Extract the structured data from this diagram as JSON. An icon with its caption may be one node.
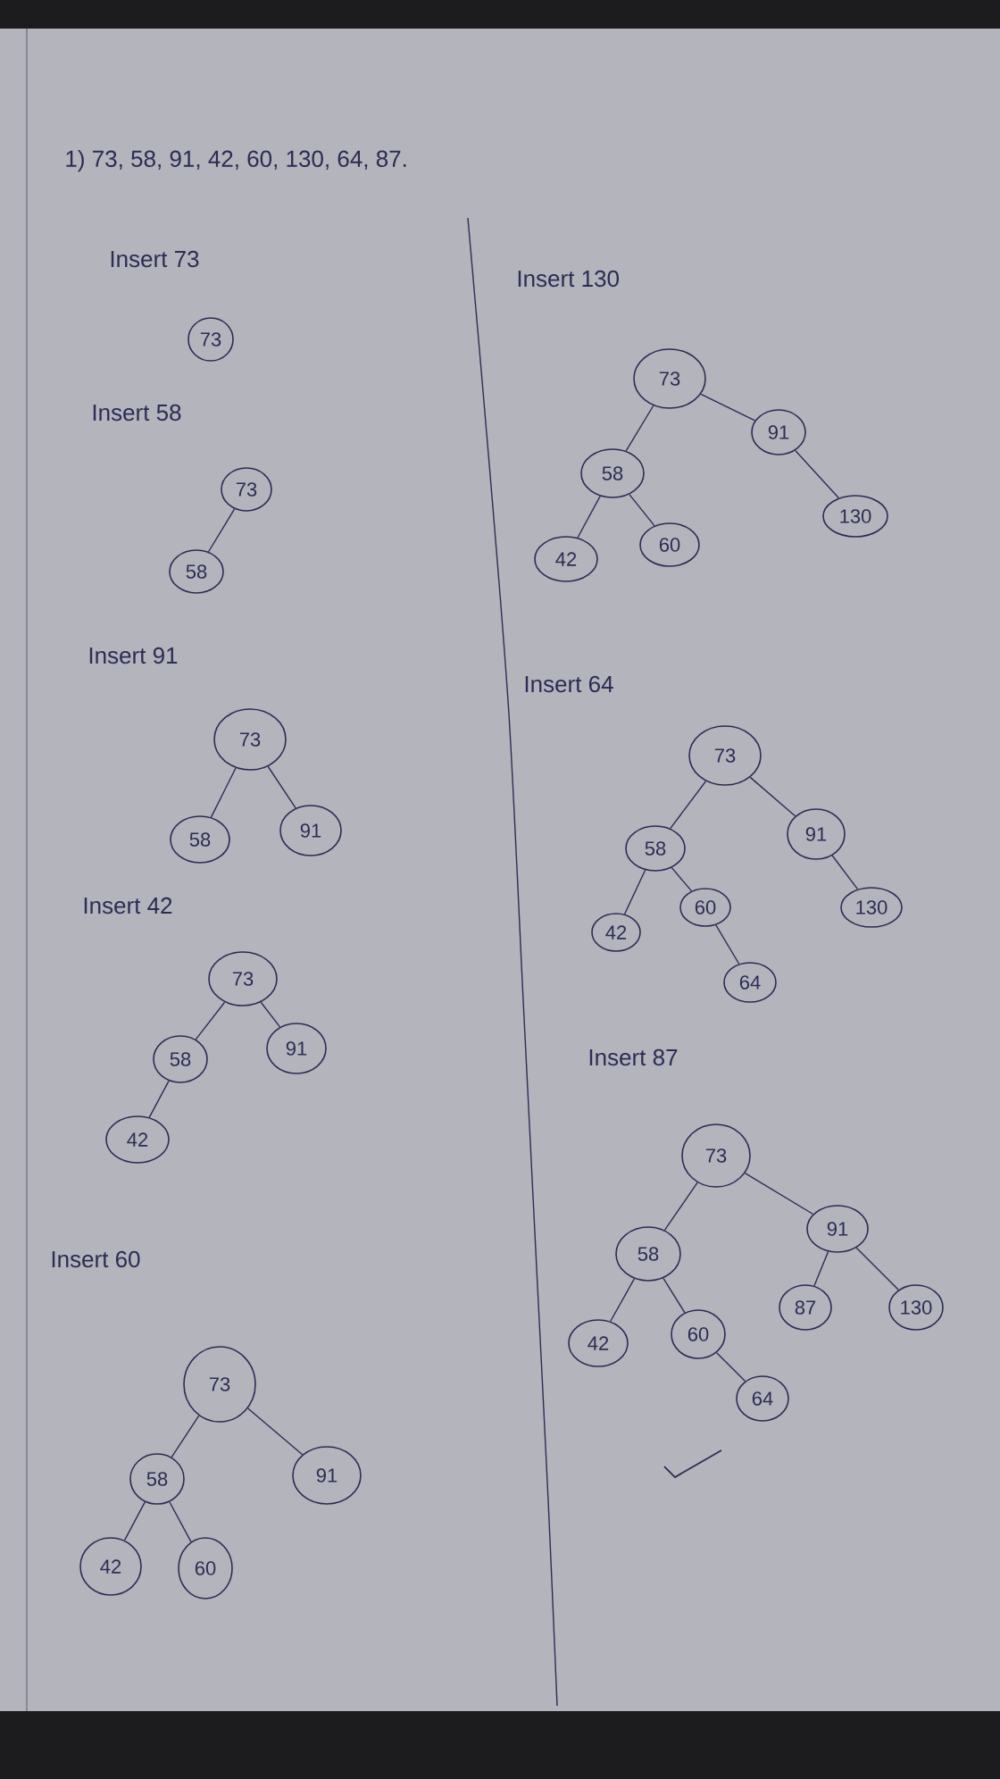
{
  "diagram": {
    "title": "1) 73, 58, 91, 42, 60, 130, 64, 87.",
    "nodes": [
      {
        "text": [
          "73"
        ]
      },
      {
        "text": [
          "73"
        ]
      },
      {
        "text": [
          "58"
        ]
      },
      {
        "text": [
          "73"
        ]
      },
      {
        "text": [
          "58"
        ]
      },
      {
        "text": [
          "91"
        ]
      },
      {
        "text": [
          "73"
        ]
      },
      {
        "text": [
          "58"
        ]
      },
      {
        "text": [
          "91"
        ]
      },
      {
        "text": [
          "42"
        ]
      },
      {
        "text": [
          "73"
        ]
      },
      {
        "text": [
          "58"
        ]
      },
      {
        "text": [
          "91"
        ]
      },
      {
        "text": [
          "42"
        ]
      },
      {
        "text": [
          "60"
        ]
      },
      {
        "text": [
          "73"
        ]
      },
      {
        "text": [
          "58"
        ]
      },
      {
        "text": [
          "91"
        ]
      },
      {
        "text": [
          "42"
        ]
      },
      {
        "text": [
          "60"
        ]
      },
      {
        "text": [
          "130"
        ]
      },
      {
        "text": [
          "73"
        ]
      },
      {
        "text": [
          "58"
        ]
      },
      {
        "text": [
          "91"
        ]
      },
      {
        "text": [
          "42"
        ]
      },
      {
        "text": [
          "60"
        ]
      },
      {
        "text": [
          "130"
        ]
      },
      {
        "text": [
          "64"
        ]
      },
      {
        "text": [
          "73"
        ]
      },
      {
        "text": [
          "58"
        ]
      },
      {
        "text": [
          "91"
        ]
      },
      {
        "text": [
          "42"
        ]
      },
      {
        "text": [
          "60"
        ]
      },
      {
        "text": [
          "87"
        ]
      },
      {
        "text": [
          "130"
        ]
      },
      {
        "text": [
          "64"
        ]
      }
    ],
    "edges": [
      {
        "from": 1,
        "to": 2,
        "arrow": "none"
      },
      {
        "from": 3,
        "to": 4,
        "arrow": "none"
      },
      {
        "from": 3,
        "to": 5,
        "arrow": "none"
      },
      {
        "from": 6,
        "to": 7,
        "arrow": "none"
      },
      {
        "from": 6,
        "to": 8,
        "arrow": "none"
      },
      {
        "from": 7,
        "to": 9,
        "arrow": "none"
      },
      {
        "from": 10,
        "to": 11,
        "arrow": "none"
      },
      {
        "from": 10,
        "to": 12,
        "arrow": "none"
      },
      {
        "from": 11,
        "to": 13,
        "arrow": "none"
      },
      {
        "from": 11,
        "to": 14,
        "arrow": "none"
      },
      {
        "from": 15,
        "to": 16,
        "arrow": "none"
      },
      {
        "from": 15,
        "to": 17,
        "arrow": "none"
      },
      {
        "from": 16,
        "to": 18,
        "arrow": "none"
      },
      {
        "from": 16,
        "to": 19,
        "arrow": "none"
      },
      {
        "from": 17,
        "to": 20,
        "arrow": "none"
      },
      {
        "from": 21,
        "to": 22,
        "arrow": "none"
      },
      {
        "from": 21,
        "to": 23,
        "arrow": "none"
      },
      {
        "from": 22,
        "to": 24,
        "arrow": "none"
      },
      {
        "from": 22,
        "to": 25,
        "arrow": "none"
      },
      {
        "from": 23,
        "to": 26,
        "arrow": "none"
      },
      {
        "from": 25,
        "to": 27,
        "arrow": "none"
      },
      {
        "from": 28,
        "to": 29,
        "arrow": "none"
      },
      {
        "from": 28,
        "to": 30,
        "arrow": "none"
      },
      {
        "from": 29,
        "to": 31,
        "arrow": "none"
      },
      {
        "from": 29,
        "to": 32,
        "arrow": "none"
      },
      {
        "from": 30,
        "to": 33,
        "arrow": "none"
      },
      {
        "from": 30,
        "to": 34,
        "arrow": "none"
      },
      {
        "from": 32,
        "to": 35,
        "arrow": "none"
      }
    ],
    "labels": [
      "Insert 73",
      "Insert 58",
      "Insert 91",
      "Insert 42",
      "Insert 60",
      "Insert 130",
      "Insert 64",
      "Insert 87"
    ]
  }
}
